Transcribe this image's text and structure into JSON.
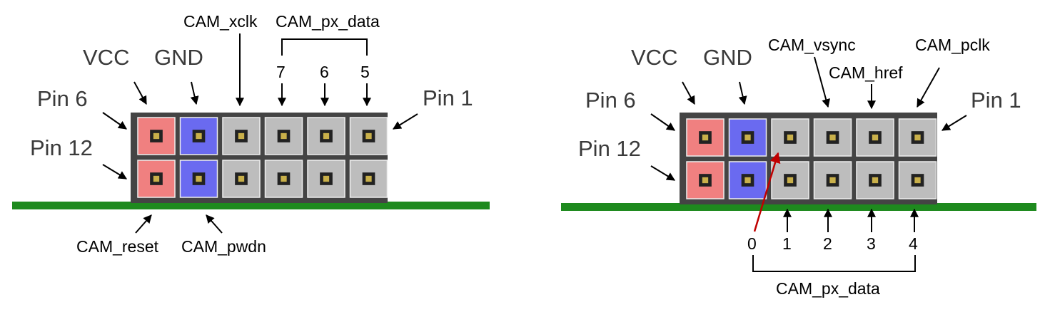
{
  "left": {
    "labels": {
      "vcc": "VCC",
      "gnd": "GND",
      "pin6": "Pin 6",
      "pin12": "Pin 12",
      "pin1": "Pin 1",
      "xclk": "CAM_xclk",
      "px_data_top": "CAM_px_data",
      "d7": "7",
      "d6": "6",
      "d5": "5",
      "reset": "CAM_reset",
      "pwdn": "CAM_pwdn"
    }
  },
  "right": {
    "labels": {
      "vcc": "VCC",
      "gnd": "GND",
      "pin6": "Pin 6",
      "pin12": "Pin 12",
      "pin1": "Pin 1",
      "vsync": "CAM_vsync",
      "href": "CAM_href",
      "pclk": "CAM_pclk",
      "d0": "0",
      "d1": "1",
      "d2": "2",
      "d3": "3",
      "d4": "4",
      "px_data_bottom": "CAM_px_data"
    }
  },
  "colors": {
    "vcc_pin": "#f08080",
    "gnd_pin": "#6a6af0",
    "other_pin": "#bdbdbd",
    "pcb": "#1e8a1e",
    "highlight_arrow": "#c00000"
  }
}
